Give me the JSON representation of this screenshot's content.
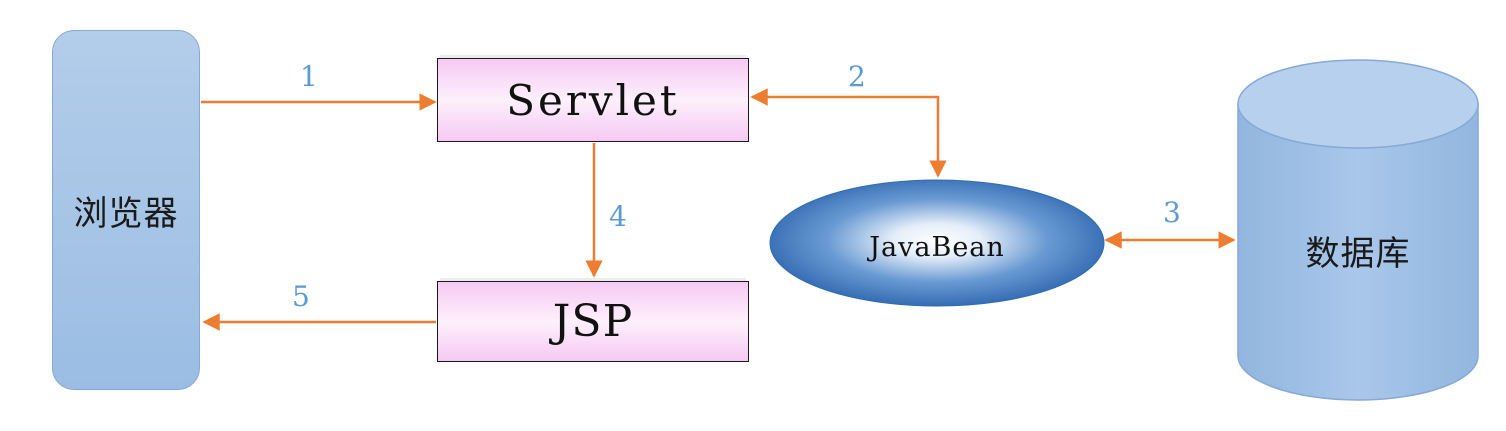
{
  "nodes": {
    "browser": {
      "label": "浏览器"
    },
    "servlet": {
      "label": "Servlet"
    },
    "jsp": {
      "label": "JSP"
    },
    "javabean": {
      "label": "JavaBean"
    },
    "database": {
      "label": "数据库"
    }
  },
  "edges": [
    {
      "step": "1",
      "from": "浏览器",
      "to": "Servlet",
      "direction": "one-way"
    },
    {
      "step": "2",
      "from": "Servlet",
      "to": "JavaBean",
      "direction": "two-way"
    },
    {
      "step": "3",
      "from": "JavaBean",
      "to": "数据库",
      "direction": "two-way"
    },
    {
      "step": "4",
      "from": "Servlet",
      "to": "JSP",
      "direction": "one-way"
    },
    {
      "step": "5",
      "from": "JSP",
      "to": "浏览器",
      "direction": "one-way"
    }
  ],
  "colors": {
    "arrow": "#ed7d31",
    "step_label": "#5b9bd5",
    "browser_fill": "#a9c6e8",
    "database_fill": "#9ec0e4",
    "component_fill": "#f8d2f5",
    "javabean_fill": "#2f6cb5"
  }
}
